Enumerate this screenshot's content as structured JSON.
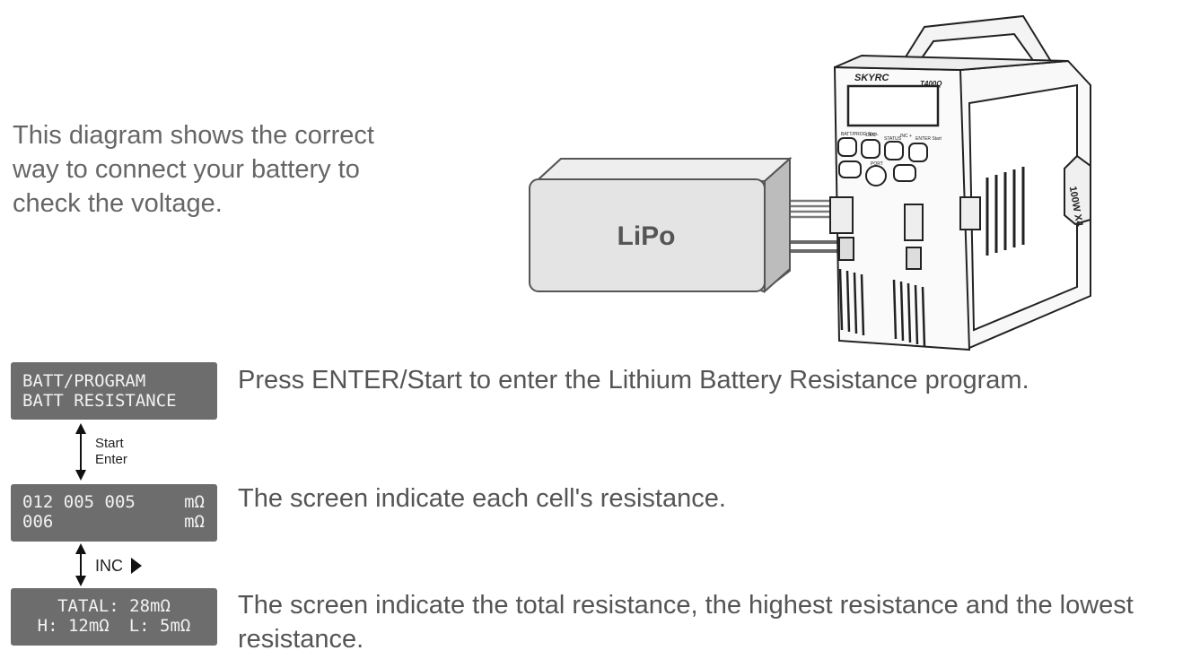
{
  "intro_text": "This diagram shows the correct way to connect your battery to check the voltage.",
  "battery_label": "LiPo",
  "charger": {
    "brand": "SKYRC",
    "model": "T400Q",
    "badge": "100W X4",
    "button_labels": [
      "BATT/PROG Stop",
      "DEC -",
      "STATUS",
      "INC +",
      "ENTER Start"
    ],
    "port_label": "PORT"
  },
  "steps": [
    {
      "screen_line1": "BATT/PROGRAM",
      "screen_line2": "BATT RESISTANCE",
      "description": "Press ENTER/Start to enter the Lithium Battery Resistance program."
    },
    {
      "screen_line1_values": "012 005 005",
      "screen_line1_unit": "mΩ",
      "screen_line2_values": "006",
      "screen_line2_unit": "mΩ",
      "description": "The screen indicate each cell's resistance."
    },
    {
      "screen_line1": "TATAL: 28mΩ",
      "screen_line2_high": "H: 12mΩ",
      "screen_line2_low": "L: 5mΩ",
      "description": "The screen indicate the total resistance, the highest resistance and the lowest resistance."
    }
  ],
  "arrows": {
    "first_label_line1": "Start",
    "first_label_line2": "Enter",
    "second_label": "INC"
  }
}
